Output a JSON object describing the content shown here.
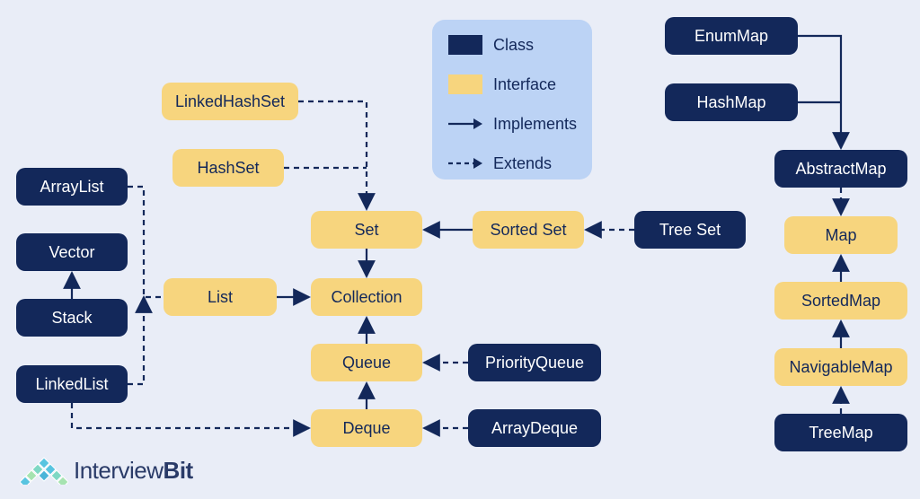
{
  "colors": {
    "class_bg": "#13285a",
    "interface_bg": "#f7d57e",
    "edge": "#13285a",
    "legend_bg": "#bcd3f5",
    "background": "#e9edf7"
  },
  "legend": {
    "class": "Class",
    "interface": "Interface",
    "implements": "Implements",
    "extends": "Extends"
  },
  "nodes": {
    "linkedhashset": "LinkedHashSet",
    "hashset": "HashSet",
    "arraylist": "ArrayList",
    "vector": "Vector",
    "stack": "Stack",
    "linkedlist": "LinkedList",
    "list": "List",
    "set": "Set",
    "collection": "Collection",
    "queue": "Queue",
    "deque": "Deque",
    "sortedset": "Sorted Set",
    "treeset": "Tree Set",
    "priorityqueue": "PriorityQueue",
    "arraydeque": "ArrayDeque",
    "enummap": "EnumMap",
    "hashmap": "HashMap",
    "abstractmap": "AbstractMap",
    "map": "Map",
    "sortedmap": "SortedMap",
    "navigablemap": "NavigableMap",
    "treemap": "TreeMap"
  },
  "edges": [
    {
      "from": "linkedhashset",
      "to": "set",
      "style": "extends"
    },
    {
      "from": "hashset",
      "to": "set",
      "style": "extends"
    },
    {
      "from": "arraylist",
      "to": "list",
      "style": "extends"
    },
    {
      "from": "linkedlist",
      "to": "list",
      "style": "extends"
    },
    {
      "from": "stack",
      "to": "vector",
      "style": "implements"
    },
    {
      "from": "linkedlist",
      "to": "deque",
      "style": "extends"
    },
    {
      "from": "list",
      "to": "collection",
      "style": "implements"
    },
    {
      "from": "set",
      "to": "collection",
      "style": "implements"
    },
    {
      "from": "queue",
      "to": "collection",
      "style": "implements"
    },
    {
      "from": "deque",
      "to": "queue",
      "style": "implements"
    },
    {
      "from": "sortedset",
      "to": "set",
      "style": "implements"
    },
    {
      "from": "treeset",
      "to": "sortedset",
      "style": "extends"
    },
    {
      "from": "priorityqueue",
      "to": "queue",
      "style": "extends"
    },
    {
      "from": "arraydeque",
      "to": "deque",
      "style": "extends"
    },
    {
      "from": "enummap",
      "to": "abstractmap",
      "style": "implements"
    },
    {
      "from": "hashmap",
      "to": "abstractmap",
      "style": "implements"
    },
    {
      "from": "abstractmap",
      "to": "map",
      "style": "extends"
    },
    {
      "from": "sortedmap",
      "to": "map",
      "style": "implements"
    },
    {
      "from": "navigablemap",
      "to": "sortedmap",
      "style": "implements"
    },
    {
      "from": "treemap",
      "to": "navigablemap",
      "style": "extends"
    }
  ],
  "brand": {
    "name_light": "Interview",
    "name_bold": "Bit"
  }
}
